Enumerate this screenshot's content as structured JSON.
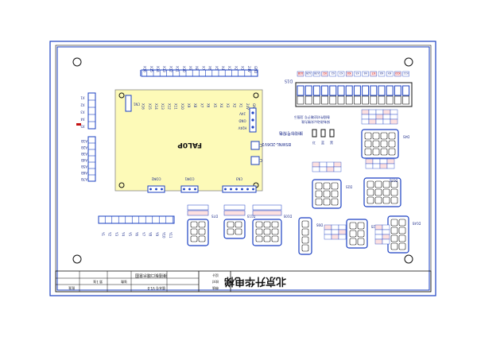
{
  "title_block": {
    "company": "北京升华电梯",
    "drawing_name": "接插板口端示意图",
    "small_cells": [
      "设计",
      "校对",
      "审核",
      "批准",
      "张数",
      "第 1张",
      "版本号 V1.0"
    ]
  },
  "main_board": {
    "label": "FAL0P",
    "top_pins": [
      "GND",
      "24V",
      "X1",
      "X2",
      "X3",
      "X4",
      "X5",
      "X6",
      "X7",
      "X8",
      "X9",
      "X10",
      "X11",
      "X12",
      "X13",
      "X14",
      "X15",
      "X16"
    ],
    "left_connector": "CN1",
    "right_pins": [
      "24V",
      "GND",
      "H24V"
    ],
    "can_labels": [
      "CAN1",
      "CAN2"
    ],
    "bottom_connectors": [
      "COM2",
      "COM1",
      "CN3"
    ]
  },
  "connectors": {
    "d1s": "D1S",
    "d4s": "D4S",
    "d2s": "D2S",
    "d7s": "D7S",
    "d11s": "D11S",
    "d10s": "D10S",
    "d9s": "D9S",
    "d14s": "D14S",
    "d12s": "D12S",
    "d13s": "D13S"
  },
  "notes": {
    "spec_title": "接线标号规格",
    "spec_lines": [
      "各插件对应端子号 见图示",
      "如有改动以实物为准"
    ],
    "model": "BSWNL-2D6V1",
    "legend_red": "红",
    "legend_blue": "蓝",
    "legend_black": "黑"
  },
  "strip_labels": {
    "left_top": [
      "X1",
      "X2",
      "X3",
      "X4",
      "X5"
    ],
    "left_mid": [
      "A1B",
      "A2B",
      "A3B",
      "A4B",
      "A5B",
      "A6B",
      "A7B"
    ],
    "bottom": [
      "Y1",
      "Y2",
      "Y3",
      "Y4",
      "Y5",
      "Y6",
      "Y7",
      "Y8",
      "Y9",
      "Y10",
      "Y11"
    ],
    "top_right_row": [
      "A1B",
      "A2B",
      "A3B",
      "K1",
      "K2",
      "K3",
      "K4",
      "K5",
      "K6",
      "K7",
      "K8",
      "K9",
      "K10",
      "K11"
    ]
  }
}
